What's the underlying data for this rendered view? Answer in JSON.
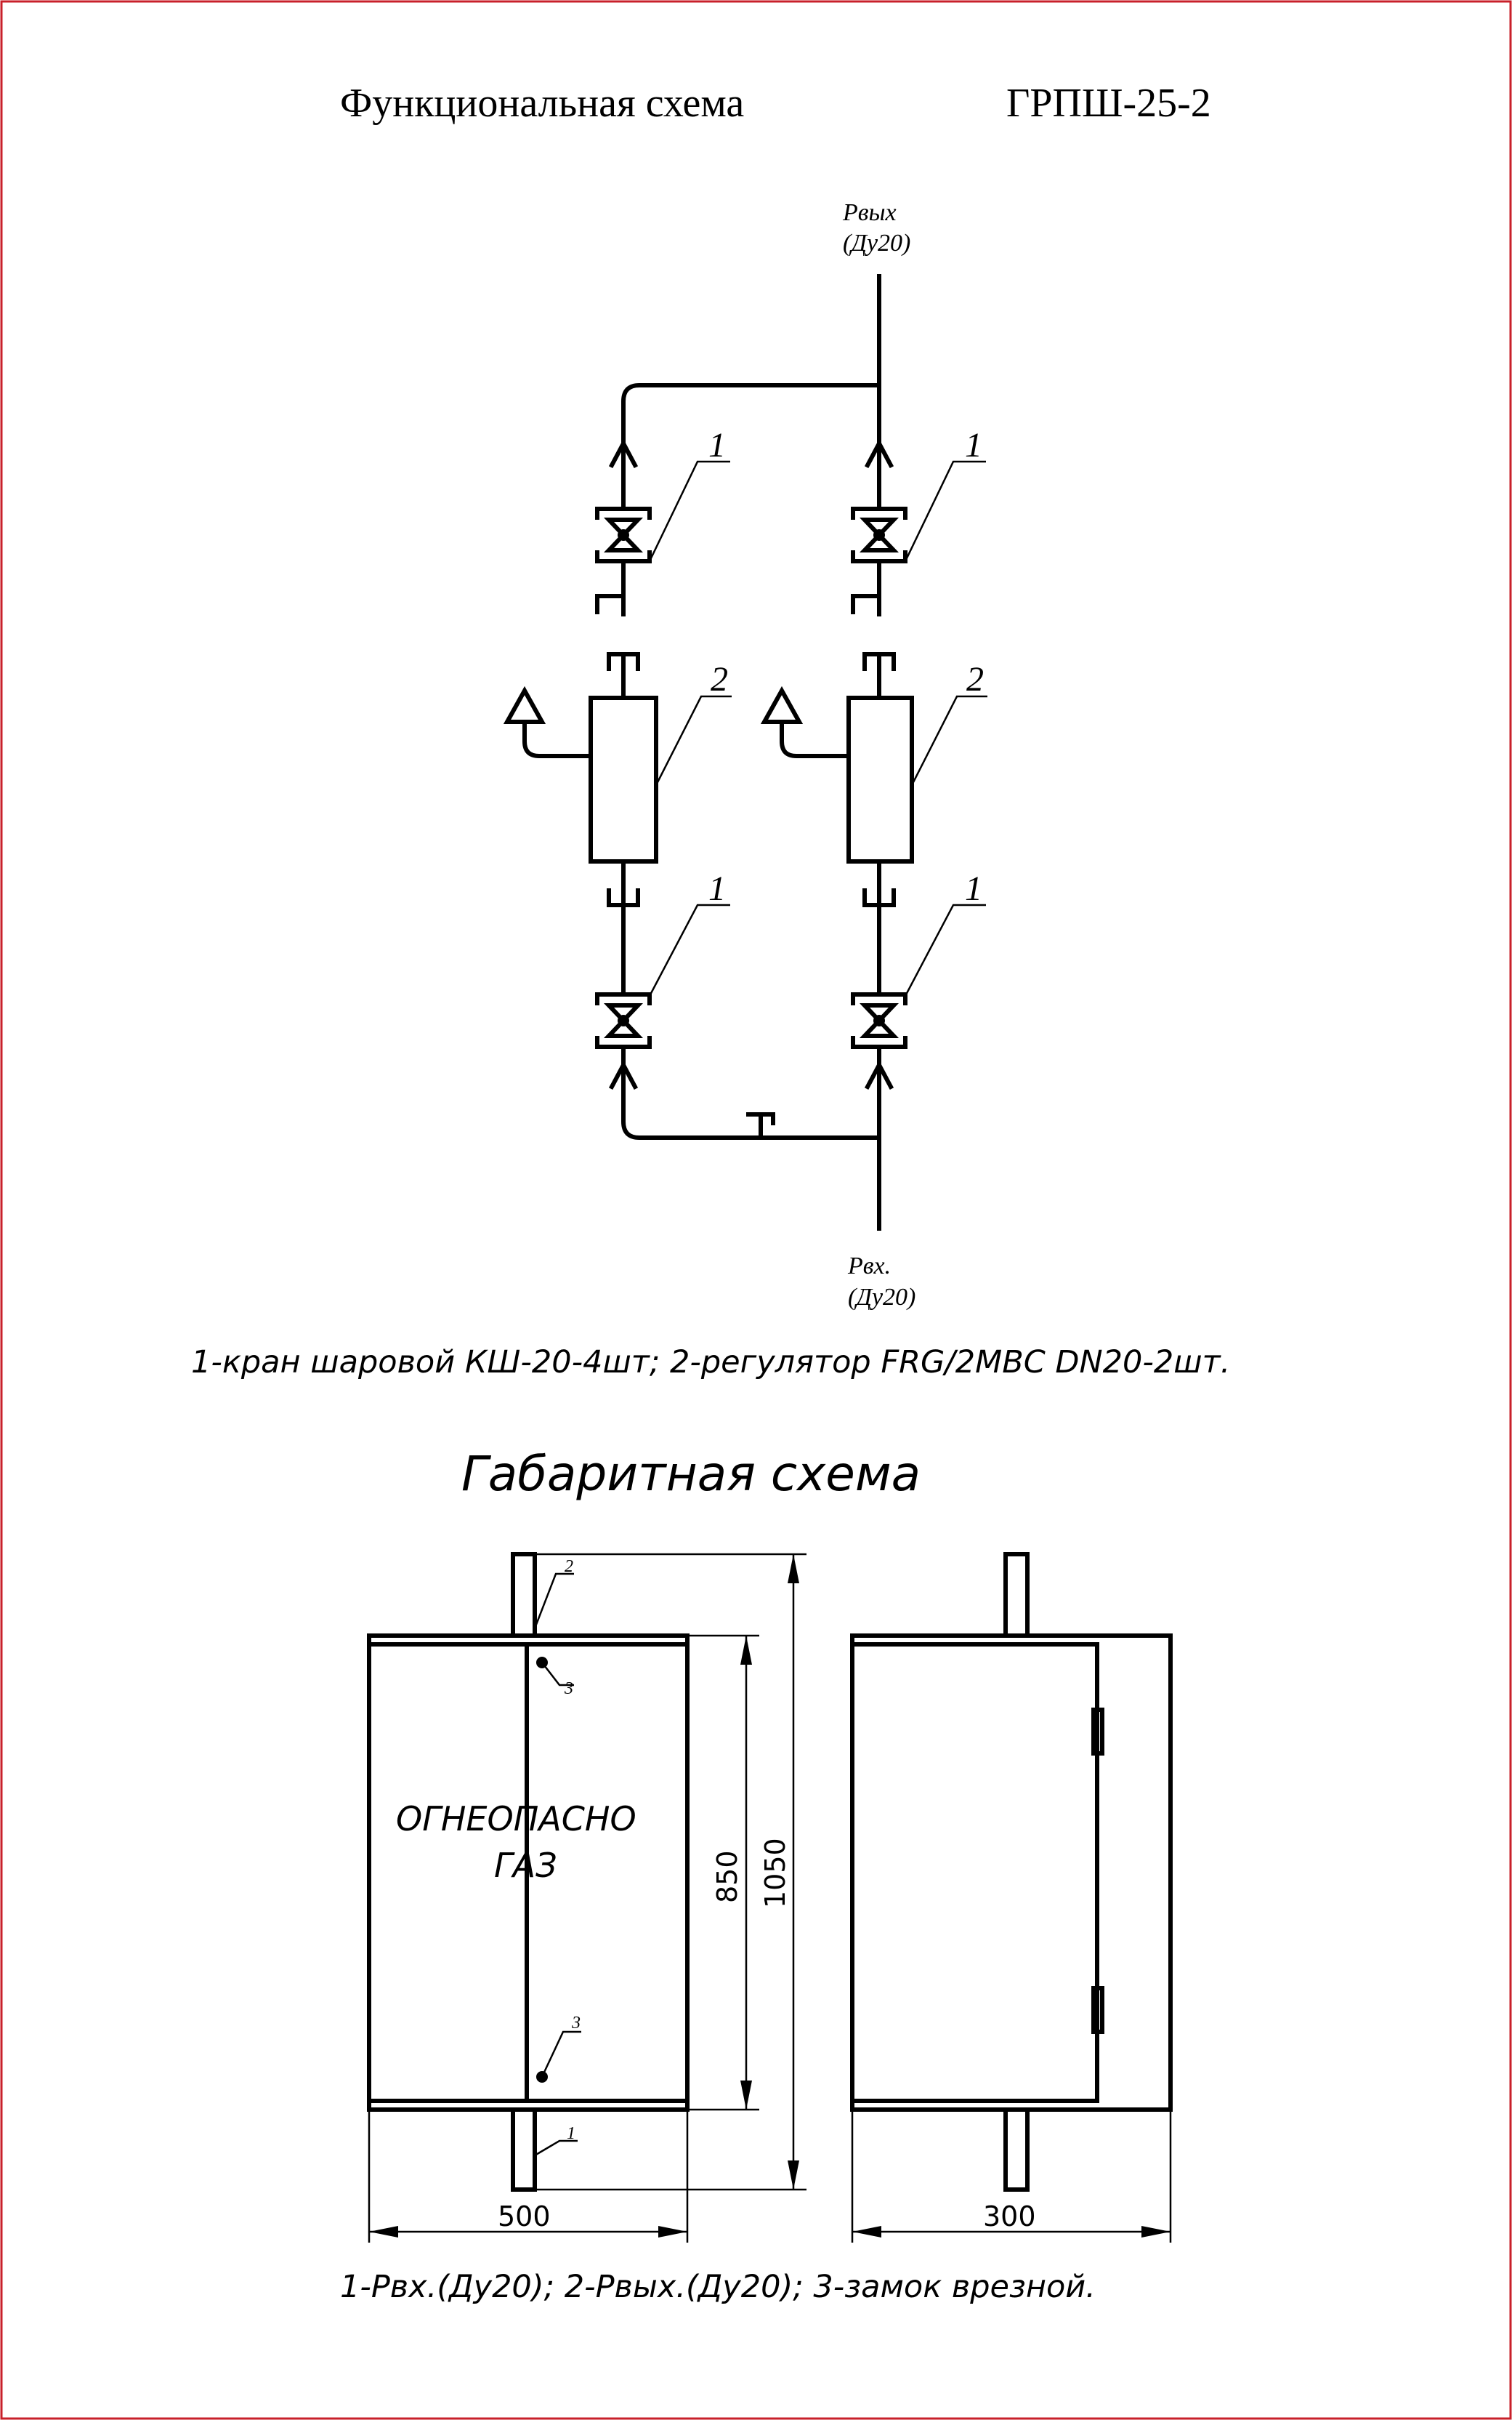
{
  "header": {
    "title": "Функциональная схема",
    "model": "ГРПШ-25-2"
  },
  "functional": {
    "outlet_label": "Pвых",
    "outlet_size": "(Ду20)",
    "inlet_label": "Pвх.",
    "inlet_size": "(Ду20)",
    "callout_valve": "1",
    "callout_regulator": "2",
    "legend": "1-кран шаровой КШ-20-4шт; 2-регулятор  FRG/2MBC DN20-2шт."
  },
  "overall": {
    "title": "Габаритная схема",
    "warning_line1": "ОГНЕОПАСНО",
    "warning_line2": "ГАЗ",
    "callout_1": "1",
    "callout_2": "2",
    "callout_3": "3",
    "dim_height_body": "850",
    "dim_height_total": "1050",
    "dim_width": "500",
    "dim_depth": "300",
    "legend": "1-Pвх.(Ду20); 2-Pвых.(Ду20); 3-замок врезной."
  },
  "colors": {
    "frame": "#c8202a",
    "line": "#000000"
  }
}
